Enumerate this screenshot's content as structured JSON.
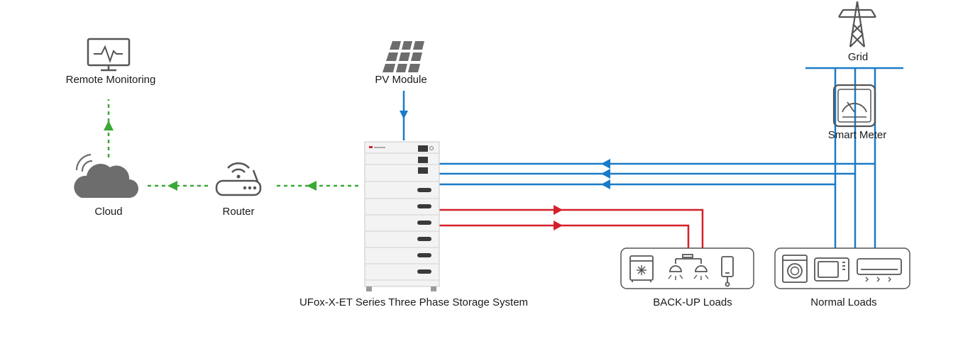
{
  "labels": {
    "remote_monitoring": "Remote Monitoring",
    "pv_module": "PV Module",
    "grid": "Grid",
    "smart_meter": "Smart Meter",
    "cloud": "Cloud",
    "router": "Router",
    "storage_system": "UFox-X-ET Series Three Phase Storage System",
    "backup_loads": "BACK-UP Loads",
    "normal_loads": "Normal Loads"
  },
  "colors": {
    "pv_grid_line": "#1a7bc8",
    "backup_line": "#d4202a",
    "data_link": "#3aa935",
    "icon_stroke": "#555555",
    "icon_fill": "#6d6d6d"
  },
  "icons": {
    "monitor": "monitor-pulse-icon",
    "solar_panel": "solar-panel-icon",
    "pylon": "transmission-tower-icon",
    "meter": "meter-gauge-icon",
    "cloud": "cloud-wifi-icon",
    "router": "wifi-router-icon",
    "battery_stack": "storage-stack-icon",
    "freezer": "freezer-icon",
    "lamp": "ceiling-lamp-icon",
    "phone": "phone-charger-icon",
    "washer": "washing-machine-icon",
    "microwave": "microwave-icon",
    "air_conditioner": "air-conditioner-icon"
  }
}
